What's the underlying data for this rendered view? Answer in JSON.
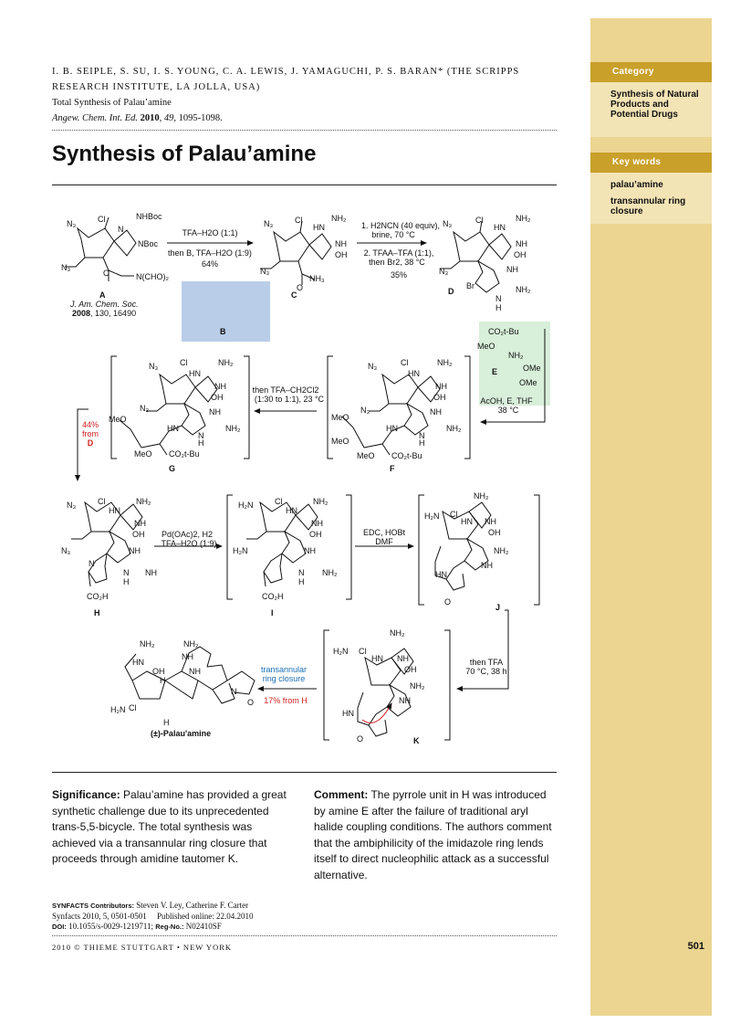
{
  "sidebar": {
    "category_heading": "Category",
    "category_value": "Synthesis of Natural Products and Potential Drugs",
    "keywords_heading": "Key words",
    "keywords": [
      "palau’amine",
      "transannular ring closure"
    ]
  },
  "header": {
    "authors": "I. B. SEIPLE, S. SU, I. S. YOUNG, C. A. LEWIS, J. YAMAGUCHI, P. S. BARAN* (THE SCRIPPS RESEARCH INSTITUTE, LA JOLLA, USA)",
    "paper_title": "Total Synthesis of Palau’amine",
    "journal": "Angew. Chem. Int. Ed.",
    "year": "2010",
    "volume": "49",
    "pages": ", 1095-1098."
  },
  "title": "Synthesis of Palau’amine",
  "scheme": {
    "compounds": {
      "A": "A",
      "B": "B",
      "C": "C",
      "D": "D",
      "E": "E",
      "F": "F",
      "G": "G",
      "H": "H",
      "I": "I",
      "J": "J",
      "K": "K",
      "final": "(±)-Palau'amine"
    },
    "ref_A_journal": "J. Am. Chem. Soc.",
    "ref_A_year": "2008",
    "ref_A_rest": ", 130, 16490",
    "step1_top": "TFA–H2O (1:1)",
    "step1_bottom_1": "then B, TFA–H2O (1:9)",
    "step1_bottom_2": "64%",
    "step2_1": "1. H2NCN (40 equiv),",
    "step2_2": "brine, 70 °C",
    "step2_3": "2. TFAA–TFA (1:1),",
    "step2_4": "then Br2, 38 °C",
    "step2_5": "35%",
    "step3_1": "AcOH, E, THF",
    "step3_2": "38 °C",
    "step4_1": "then TFA–CH2Cl2",
    "step4_2": "(1:30 to 1:1), 23 °C",
    "yield_GH_1": "44%",
    "yield_GH_2": "from",
    "yield_GH_3": "D",
    "step5_1": "Pd(OAc)2, H2",
    "step5_2": "TFA–H2O (1:9)",
    "step6_1": "EDC, HOBt",
    "step6_2": "DMF",
    "step7_1": "then TFA",
    "step7_2": "70 °C, 38 h",
    "step8_1": "transannular",
    "step8_2": "ring closure",
    "step8_3": "17% from H"
  },
  "significance_label": "Significance:",
  "significance_text": "Palau’amine has provided a great synthetic challenge due to its unprecedented trans-5,5-bicycle. The total synthesis was achieved via a transannular ring closure that proceeds through amidine tautomer K.",
  "comment_label": "Comment:",
  "comment_text": "The pyrrole unit in H was introduced by amine E after the failure of traditional aryl halide coupling conditions. The authors comment that the ambiphilicity of the imidazole ring lends itself to direct nucleophilic attack as a successful alternative.",
  "contributors_label": "SYNFACTS Contributors:",
  "contributors": "Steven V. Ley, Catherine F. Carter",
  "synfacts_ref": "Synfacts 2010, 5, 0501-0501",
  "published": "Published online: 22.04.2010",
  "doi_label": "DOI:",
  "doi": "10.1055/s-0029-1219711;",
  "regno_label": "Reg-No.:",
  "regno": "N02410SF",
  "footer": "2010 © THIEME STUTTGART • NEW YORK",
  "page_number": "501",
  "colors": {
    "sidebar_bg": "#ecd591",
    "sidebar_header": "#c9a02a",
    "sidebar_box": "#f3e4b6",
    "highlight_blue": "#b9cde8",
    "highlight_green": "#d8efd9",
    "red": "#d42020",
    "blue": "#1a6fb5"
  }
}
